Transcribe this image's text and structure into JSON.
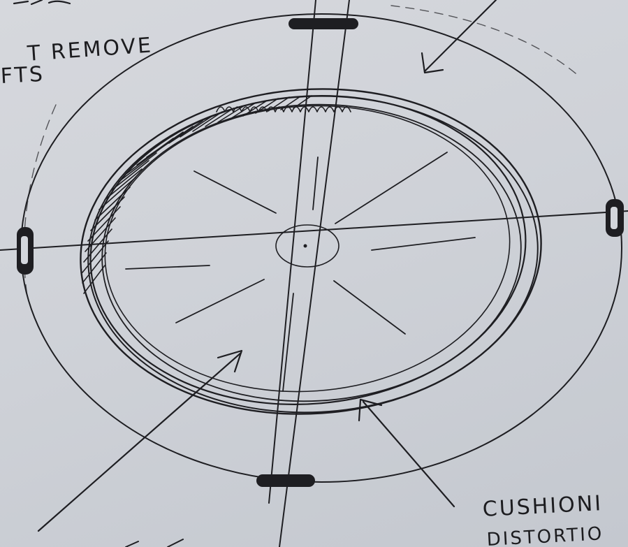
{
  "annotations": {
    "top_left_line1": "T REMOVE",
    "top_left_line2": "FTS",
    "bottom_right_line1": "CUSHIONI",
    "bottom_right_line2": "DISTORTIO"
  },
  "colors": {
    "paper": "#d3d6dc",
    "ink": "#1c1c1f"
  }
}
